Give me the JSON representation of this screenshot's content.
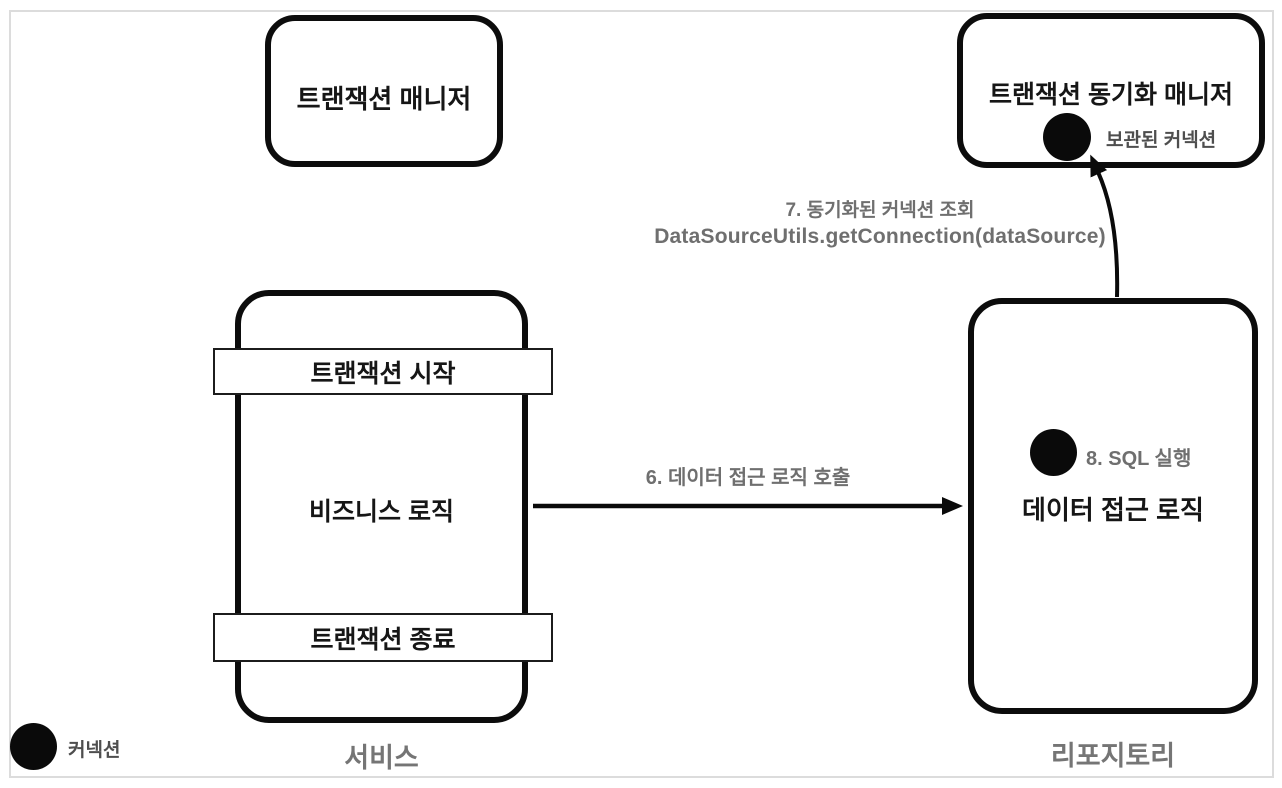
{
  "colors": {
    "ink": "#0c0c0c",
    "text_black": "#161616",
    "label_gray": "#6f6f6f",
    "caption_gray": "#757575",
    "dark_label_gray": "#4e4e4e",
    "frame_gray": "#dcdcdc"
  },
  "nodes": {
    "transaction_manager": {
      "label": "트랜잭션 매니저"
    },
    "transaction_sync_manager": {
      "label": "트랜잭션 동기화 매니저",
      "stored_connection_label": "보관된 커넥션"
    },
    "service": {
      "caption": "서비스",
      "transaction_start": "트랜잭션 시작",
      "business_logic": "비즈니스 로직",
      "transaction_end": "트랜잭션 종료"
    },
    "repository": {
      "caption": "리포지토리",
      "sql_execute_label": "8. SQL 실행",
      "data_access_logic": "데이터 접근 로직"
    }
  },
  "arrows": {
    "call_data_access_logic": {
      "label": "6. 데이터 접근 로직 호출"
    },
    "get_synchronized_connection": {
      "label_line1": "7. 동기화된 커넥션 조회",
      "label_line2": "DataSourceUtils.getConnection(dataSource)"
    }
  },
  "legend": {
    "connection": "커넥션"
  }
}
